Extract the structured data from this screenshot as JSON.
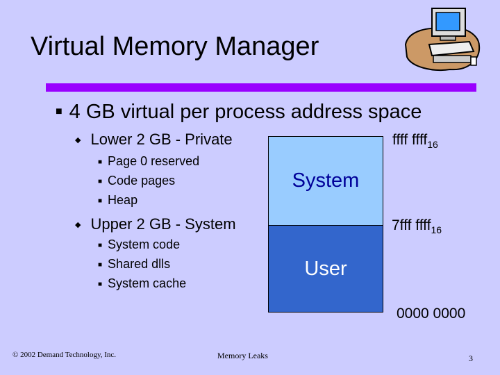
{
  "slide": {
    "title": "Virtual Memory Manager",
    "main_bullet": "4 GB virtual per process address space",
    "sub1": "Lower 2 GB - Private",
    "sub1_items": [
      "Page 0 reserved",
      "Code pages",
      "Heap"
    ],
    "sub2": "Upper 2 GB - System",
    "sub2_items": [
      "System code",
      "Shared dlls",
      "System cache"
    ]
  },
  "diagram": {
    "system_label": "System",
    "user_label": "User",
    "top_addr": "ffff ffff",
    "top_addr_sub": "16",
    "mid_addr": "7fff ffff",
    "mid_addr_sub": "16",
    "bottom_addr": "0000 0000"
  },
  "footer": {
    "copyright": "© 2002 Demand Technology, Inc.",
    "center": "Memory Leaks",
    "page": "3"
  },
  "colors": {
    "background": "#ccccff",
    "rule": "#9900ff",
    "system": "#99ccff",
    "user": "#3366cc"
  },
  "icons": {
    "clipart": "desktop-computer-icon",
    "l1_bullet": "square-bullet",
    "l2_bullet": "diamond-bullet"
  }
}
